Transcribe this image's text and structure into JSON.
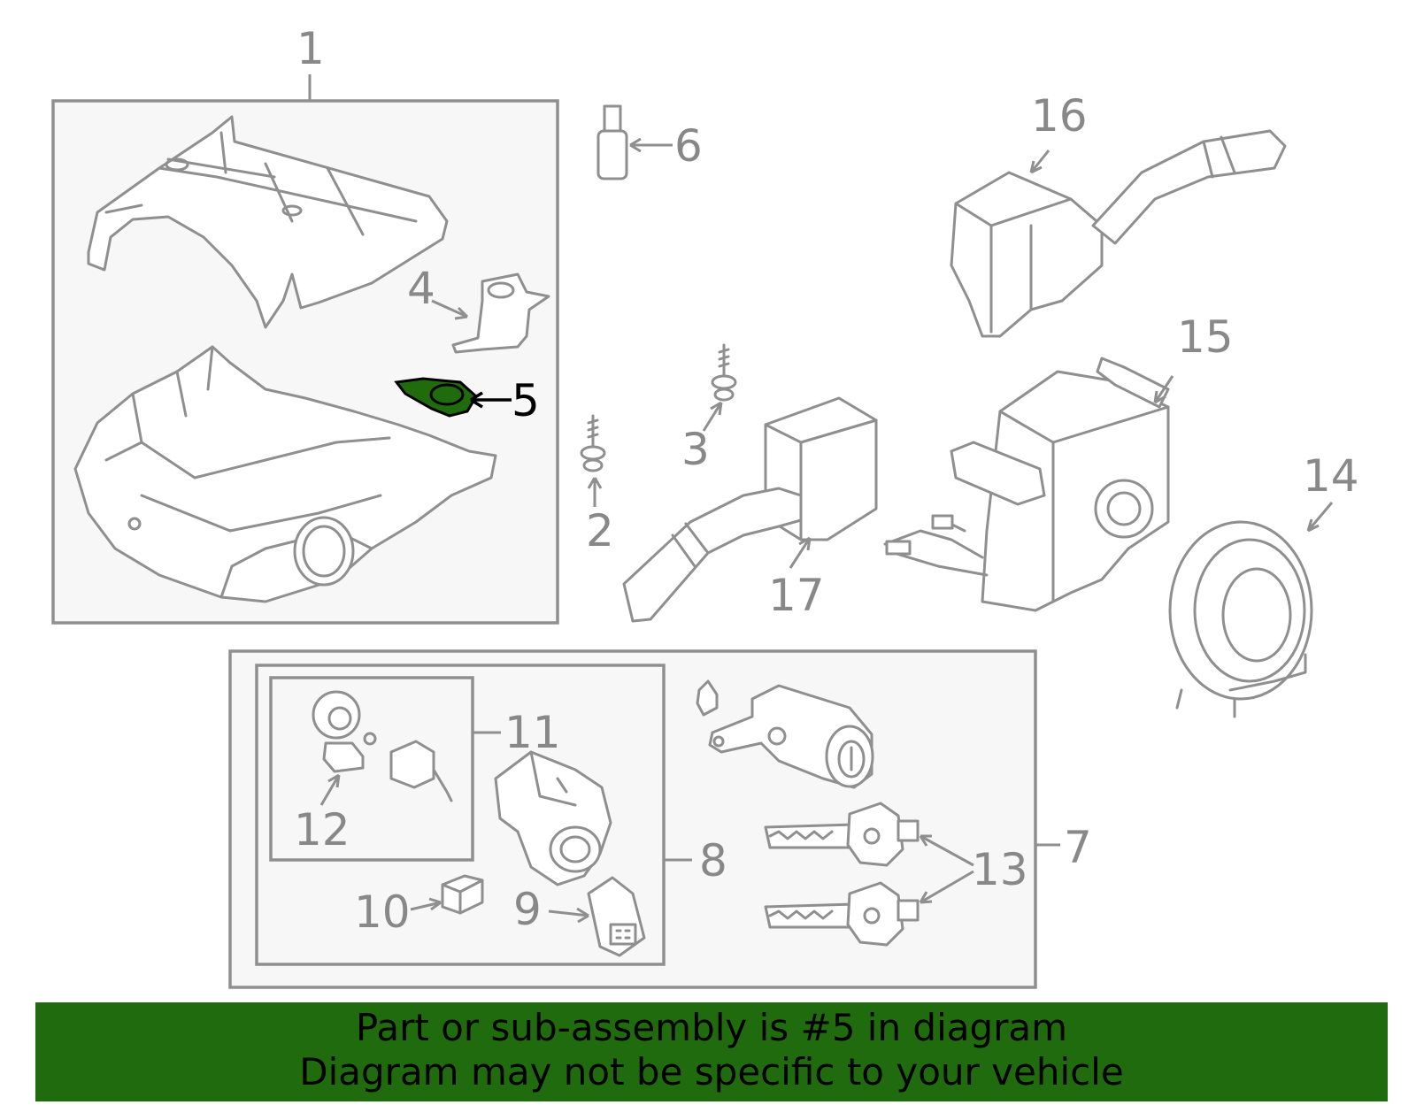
{
  "labels": {
    "l1": "1",
    "l2": "2",
    "l3": "3",
    "l4": "4",
    "l5": "5",
    "l6": "6",
    "l7": "7",
    "l8": "8",
    "l9": "9",
    "l10": "10",
    "l11": "11",
    "l12": "12",
    "l13": "13",
    "l14": "14",
    "l15": "15",
    "l16": "16",
    "l17": "17"
  },
  "highlight_color": "#1f6b0e",
  "banner": {
    "line1": "Part or sub-assembly is #5 in diagram",
    "line2": "Diagram may not be specific to your vehicle"
  }
}
